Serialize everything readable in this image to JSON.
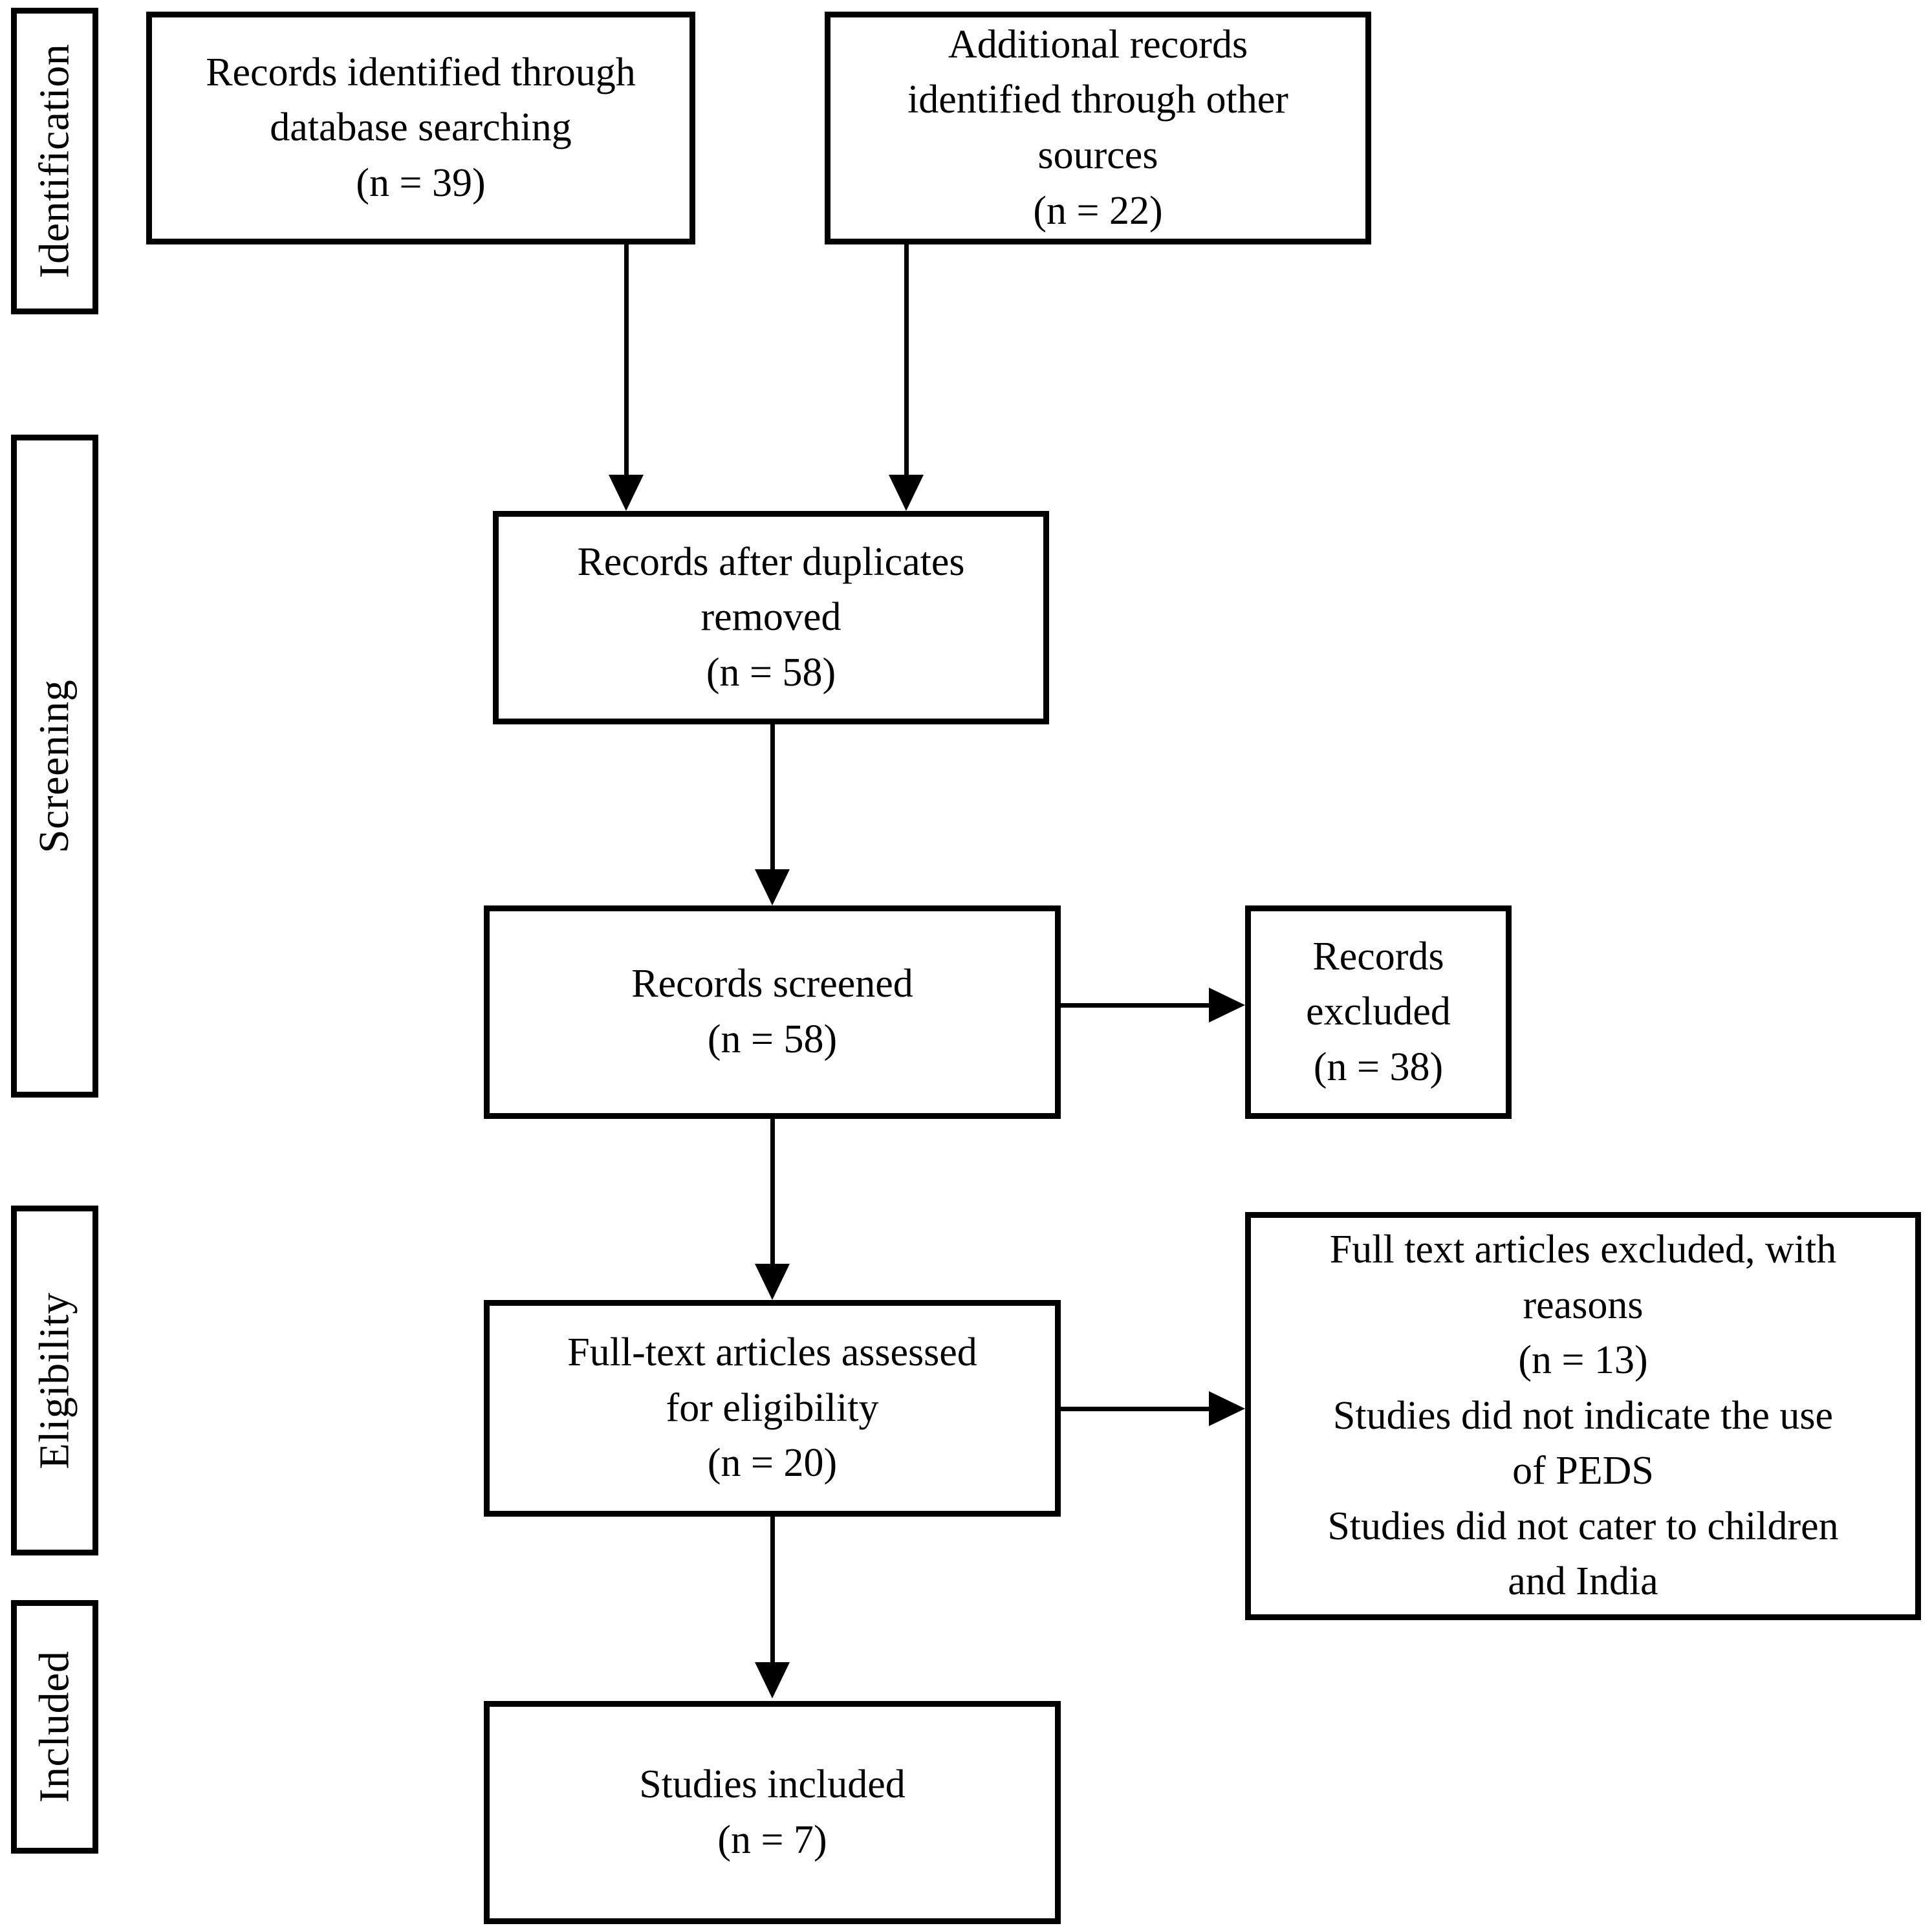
{
  "diagram": {
    "type": "PRISMA flow diagram",
    "stages": [
      {
        "id": "identification",
        "label": "Identification"
      },
      {
        "id": "screening",
        "label": "Screening"
      },
      {
        "id": "eligibility",
        "label": "Eligibility"
      },
      {
        "id": "included",
        "label": "Included"
      }
    ],
    "boxes": {
      "db_search": {
        "line1": "Records identified through",
        "line2": "database searching",
        "line3": "(n = 39)",
        "count": 39
      },
      "other_sources": {
        "line1": "Additional records",
        "line2": "identified through other",
        "line3": "sources",
        "line4": "(n = 22)",
        "count": 22
      },
      "after_duplicates": {
        "line1": "Records after duplicates",
        "line2": "removed",
        "line3": "(n = 58)",
        "count": 58
      },
      "screened": {
        "line1": "Records screened",
        "line2": "(n = 58)",
        "count": 58
      },
      "records_excluded": {
        "line1": "Records excluded",
        "line2": "(n = 38)",
        "count": 38
      },
      "fulltext_assessed": {
        "line1": "Full-text articles assessed",
        "line2": "for eligibility",
        "line3": "(n = 20)",
        "count": 20
      },
      "fulltext_excluded": {
        "line1": "Full text articles excluded, with",
        "line2": "reasons",
        "line3": "(n = 13)",
        "line4": "Studies did not indicate the use",
        "line5": "of PEDS",
        "line6": "Studies did not cater to children",
        "line7": "and India",
        "count": 13
      },
      "studies_included": {
        "line1": "Studies included",
        "line2": "(n = 7)",
        "count": 7
      }
    }
  }
}
